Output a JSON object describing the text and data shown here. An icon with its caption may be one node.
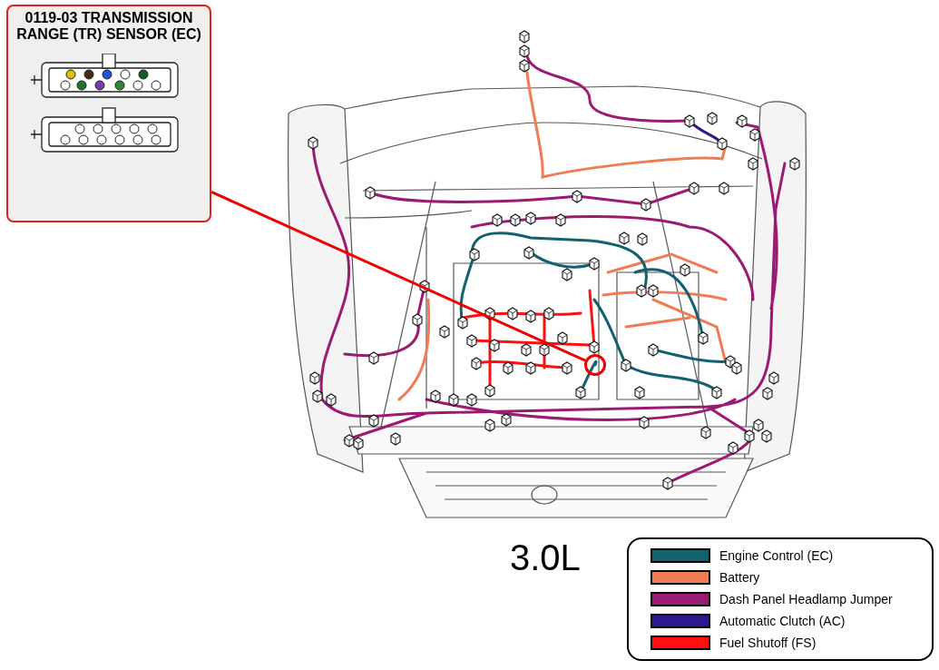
{
  "diagram": {
    "nodes": [
      {
        "text": [
          "0119-03 TRANSMISSION RANGE (TR) SENSOR (EC)"
        ]
      },
      {
        "text": [],
        "shape": "circle"
      }
    ],
    "edges": [
      {
        "from": 0,
        "to": 1,
        "arrow": "none"
      }
    ],
    "labels": [
      "3.0L"
    ],
    "legend": [
      {
        "text": "Engine Control (EC)",
        "color": "#12616e"
      },
      {
        "text": "Battery",
        "color": "#f07c55"
      },
      {
        "text": "Dash Panel Headlamp Jumper",
        "color": "#9c1b72"
      },
      {
        "text": "Automatic Clutch (AC)",
        "color": "#2b1a8c"
      },
      {
        "text": "Fuel Shutoff (FS)",
        "color": "#ff1010"
      }
    ]
  }
}
